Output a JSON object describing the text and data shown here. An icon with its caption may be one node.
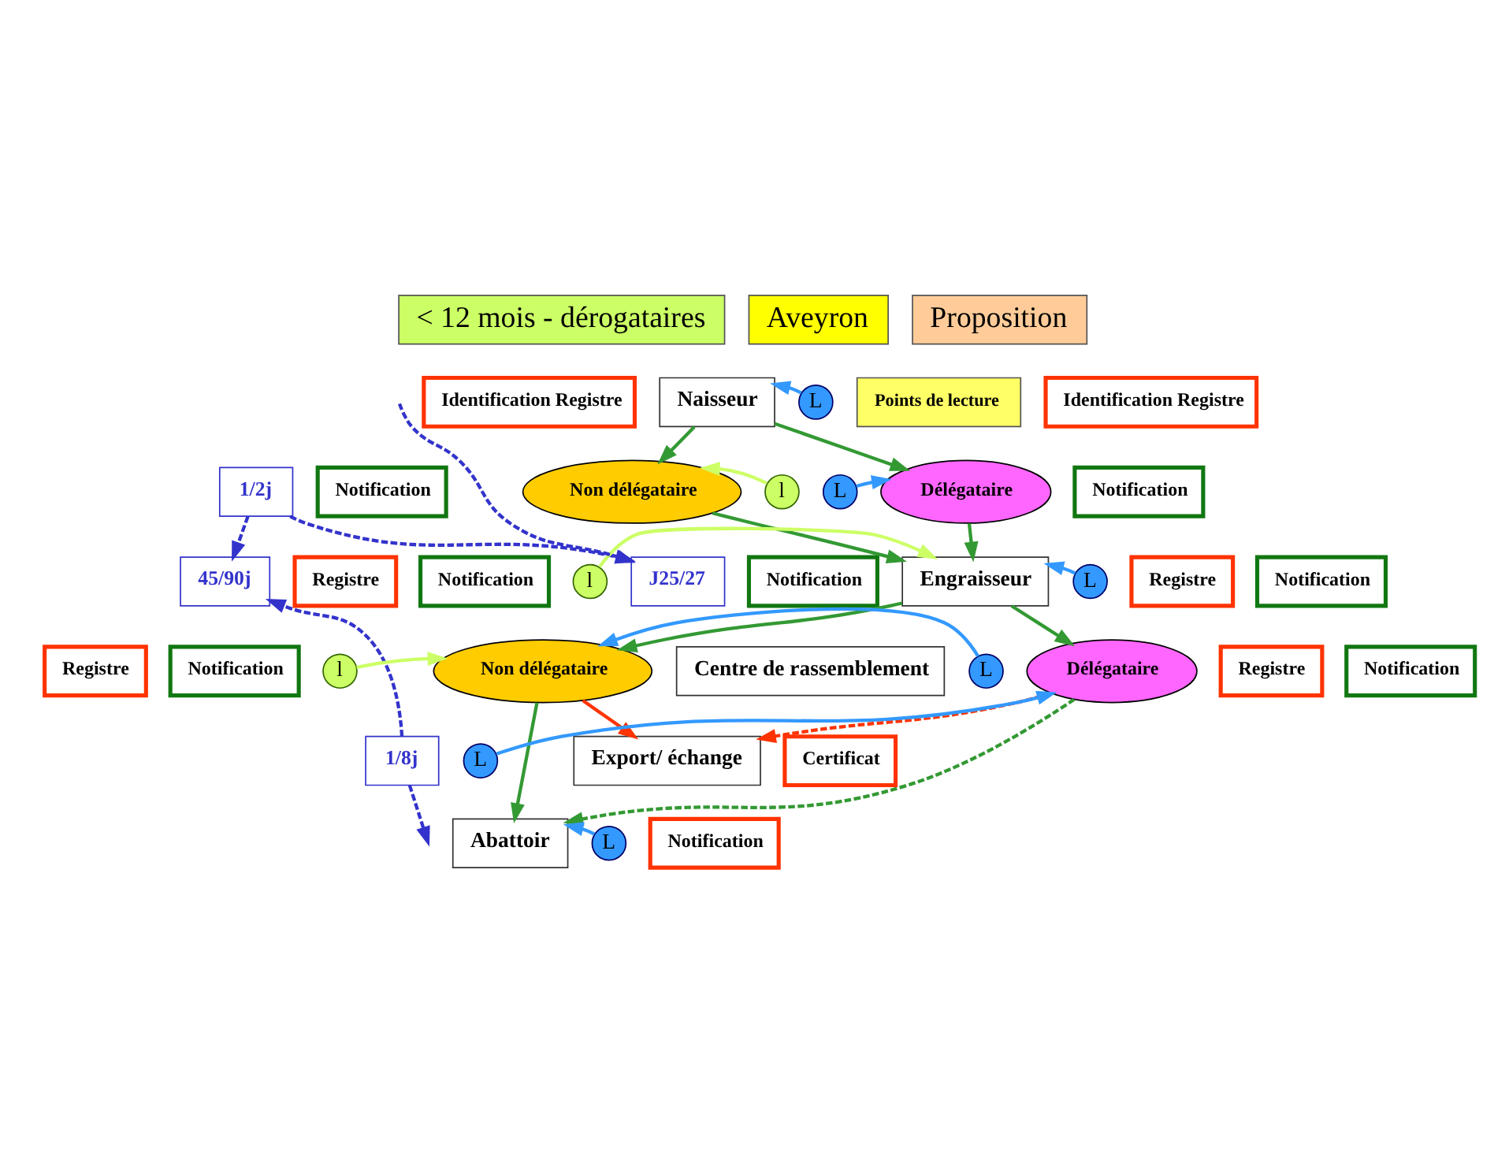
{
  "diagram": {
    "nodes": [
      {
        "text": [
          "< 12 mois - dérogataires"
        ]
      },
      {
        "text": [
          "Aveyron"
        ]
      },
      {
        "text": [
          "Proposition"
        ]
      },
      {
        "text": [
          "Points de lecture"
        ]
      },
      {
        "text": [
          "J25/27"
        ]
      },
      {
        "text": [
          "1/2j"
        ]
      },
      {
        "text": [
          "45/90j"
        ]
      },
      {
        "text": [
          "1/8j"
        ]
      },
      {
        "text": [
          "Identification Registre"
        ]
      },
      {
        "text": [
          "Notification"
        ]
      },
      {
        "text": [
          "Notification"
        ]
      },
      {
        "text": [
          "Registre"
        ]
      },
      {
        "text": [
          "Notification"
        ]
      },
      {
        "text": [
          "Registre"
        ]
      },
      {
        "text": [
          "Notification"
        ]
      },
      {
        "text": [
          "Naisseur"
        ]
      },
      {
        "text": [
          "Non délégataire"
        ]
      },
      {
        "text": [
          "Délégataire"
        ]
      },
      {
        "text": [
          "Engraisseur"
        ]
      },
      {
        "text": [
          "Non délégataire"
        ]
      },
      {
        "text": [
          "Centre de rassemblement"
        ]
      },
      {
        "text": [
          "Délégataire"
        ]
      },
      {
        "text": [
          "Export/ échange"
        ]
      },
      {
        "text": [
          "Abattoir"
        ]
      },
      {
        "text": [
          "Identification Registre"
        ]
      },
      {
        "text": [
          "Notification"
        ]
      },
      {
        "text": [
          "Registre"
        ]
      },
      {
        "text": [
          "Notification"
        ]
      },
      {
        "text": [
          "Registre"
        ]
      },
      {
        "text": [
          "Notification"
        ]
      },
      {
        "text": [
          "Certificat"
        ]
      },
      {
        "text": [
          "Notification"
        ]
      },
      {
        "text": [
          "L"
        ]
      },
      {
        "text": [
          "l"
        ]
      },
      {
        "text": [
          "L"
        ]
      },
      {
        "text": [
          "l"
        ]
      },
      {
        "text": [
          "L"
        ]
      },
      {
        "text": [
          "l"
        ]
      },
      {
        "text": [
          "L"
        ]
      },
      {
        "text": [
          "L"
        ]
      },
      {
        "text": [
          "L"
        ]
      }
    ],
    "edges": [
      {
        "from": null,
        "to": 4,
        "arrow": "to",
        "style": "dashed",
        "color": "#3333cc"
      },
      {
        "from": 5,
        "to": 4,
        "arrow": "to",
        "style": "dashed",
        "color": "#3333cc"
      },
      {
        "from": 5,
        "to": 6,
        "arrow": "to",
        "style": "dashed",
        "color": "#3333cc"
      },
      {
        "from": 7,
        "to": 6,
        "arrow": "to",
        "style": "dashed",
        "color": "#3333cc"
      },
      {
        "from": 7,
        "to": null,
        "arrow": "to",
        "style": "dashed",
        "color": "#3333cc"
      },
      {
        "from": 15,
        "to": 16,
        "arrow": "to"
      },
      {
        "from": 15,
        "to": 17,
        "arrow": "to"
      },
      {
        "from": 16,
        "to": 18,
        "arrow": "to"
      },
      {
        "from": 17,
        "to": 18,
        "arrow": "to"
      },
      {
        "from": 18,
        "to": 19,
        "arrow": "to"
      },
      {
        "from": 18,
        "to": 21,
        "arrow": "to"
      },
      {
        "from": 19,
        "to": 23,
        "arrow": "to"
      },
      {
        "from": 19,
        "to": 22,
        "arrow": "to",
        "color": "#ff3300"
      },
      {
        "from": 21,
        "to": 23,
        "arrow": "to",
        "style": "dashed"
      },
      {
        "from": 21,
        "to": 22,
        "arrow": "to",
        "style": "dashed",
        "color": "#ff3300"
      },
      {
        "from": 32,
        "to": 15,
        "arrow": "to",
        "color": "#3399ff"
      },
      {
        "from": 33,
        "to": 16,
        "arrow": "to",
        "color": "#ccff66"
      },
      {
        "from": 34,
        "to": 17,
        "arrow": "to",
        "color": "#3399ff"
      },
      {
        "from": 35,
        "to": 18,
        "arrow": "to",
        "color": "#ccff66"
      },
      {
        "from": 36,
        "to": 18,
        "arrow": "to",
        "color": "#3399ff"
      },
      {
        "from": 37,
        "to": 19,
        "arrow": "to",
        "color": "#ccff66"
      },
      {
        "from": 38,
        "to": 19,
        "arrow": "to",
        "color": "#3399ff"
      },
      {
        "from": 39,
        "to": 21,
        "arrow": "to",
        "color": "#3399ff"
      },
      {
        "from": 40,
        "to": 23,
        "arrow": "to",
        "color": "#3399ff"
      }
    ]
  }
}
